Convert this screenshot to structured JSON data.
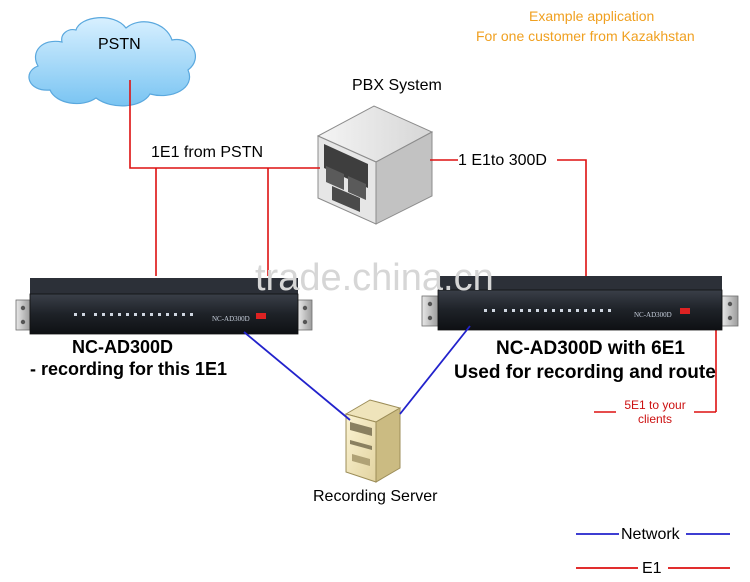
{
  "header": {
    "line1": "Example application",
    "line2": "For one customer from Kazakhstan"
  },
  "nodes": {
    "pstn": "PSTN",
    "pbx": "PBX System",
    "device_left_title": "NC-AD300D",
    "device_left_sub": "- recording for this 1E1",
    "device_right_title": "NC-AD300D with 6E1",
    "device_right_sub": "Used for recording and route",
    "recording_server": "Recording Server",
    "panel_brand": "NC-AD300D"
  },
  "links": {
    "pstn_to_device": "1E1 from PSTN",
    "pbx_to_device": "1 E1to 300D",
    "clients_line1": "5E1 to your",
    "clients_line2": "clients"
  },
  "legend": {
    "network": "Network",
    "e1": "E1"
  },
  "watermark": "trade.china.cn",
  "colors": {
    "network": "#2222cc",
    "e1": "#dd1111",
    "accent": "#f0a020"
  }
}
